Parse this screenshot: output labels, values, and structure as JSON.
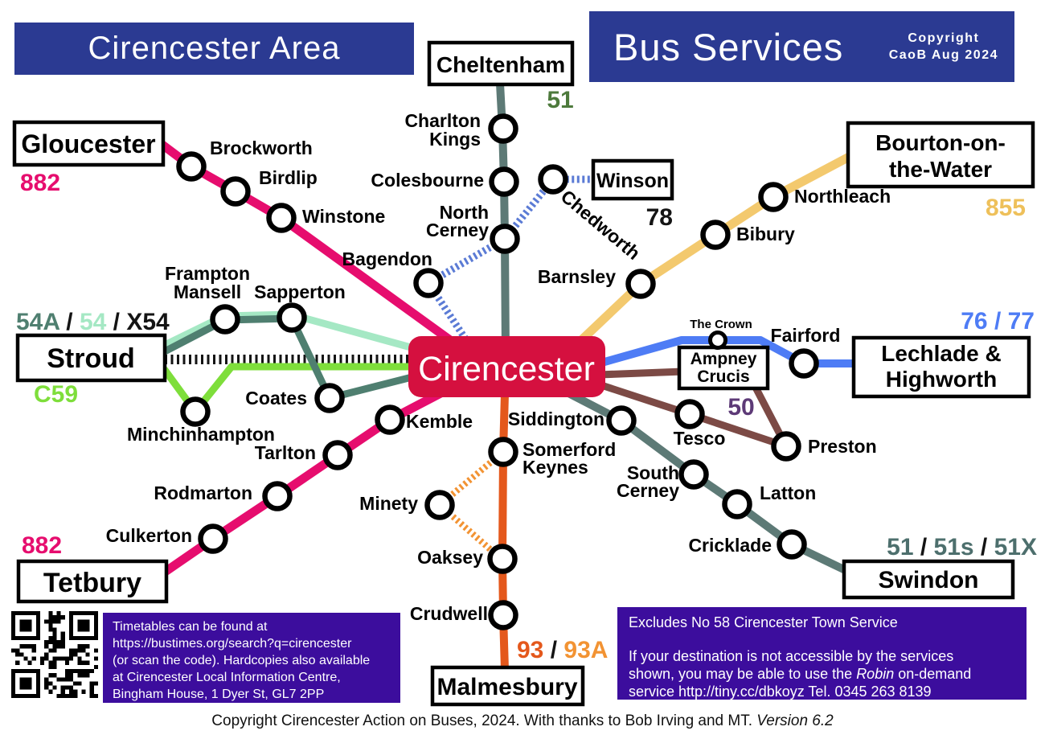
{
  "colors": {
    "banner_blue": "#2b3a92",
    "info_purple": "#3c0d9d",
    "center_red": "#d5103f",
    "black": "#141414",
    "r882": "#e60d6e",
    "r51_line": "#5d7a76",
    "r51_north_label": "#4d7a3c",
    "r51_south_label": "#4d6f6d",
    "r855_line": "#f3c96e",
    "r855_label": "#eec05a",
    "r7677": "#4e7cf5",
    "r50_line": "#7c4a45",
    "r50_label": "#5d3a77",
    "r93": "#e4581c",
    "r93a": "#f29333",
    "r54a": "#4f7f70",
    "r54": "#a5e8c4",
    "rc59": "#7ede3b",
    "r78": "#5b7bd5",
    "rx54": "#141414"
  },
  "header": {
    "left_title": "Cirencester Area",
    "right_title": "Bus Services",
    "copyright_line1": "Copyright",
    "copyright_line2": "CaoB Aug 2024"
  },
  "center": {
    "label": "Cirencester"
  },
  "termini": {
    "gloucester": "Gloucester",
    "cheltenham": "Cheltenham",
    "winson": "Winson",
    "bourton_line1": "Bourton-on-",
    "bourton_line2": "the-Water",
    "stroud": "Stroud",
    "tetbury": "Tetbury",
    "malmesbury": "Malmesbury",
    "swindon": "Swindon",
    "lechlade_line1": "Lechlade &",
    "lechlade_line2": "Highworth",
    "ampney_line1": "Ampney",
    "ampney_line2": "Crucis"
  },
  "stations": {
    "brockworth": "Brockworth",
    "birdlip": "Birdlip",
    "winstone": "Winstone",
    "bagendon": "Bagendon",
    "charlton_line1": "Charlton",
    "charlton_line2": "Kings",
    "colesbourne": "Colesbourne",
    "north_cerney_line1": "North",
    "north_cerney_line2": "Cerney",
    "chedworth": "Chedworth",
    "barnsley": "Barnsley",
    "bibury": "Bibury",
    "northleach": "Northleach",
    "frampton_line1": "Frampton",
    "frampton_line2": "Mansell",
    "sapperton": "Sapperton",
    "coates": "Coates",
    "minchinhampton": "Minchinhampton",
    "kemble": "Kemble",
    "tarlton": "Tarlton",
    "rodmarton": "Rodmarton",
    "culkerton": "Culkerton",
    "the_crown": "The Crown",
    "fairford": "Fairford",
    "tesco": "Tesco",
    "preston": "Preston",
    "siddington": "Siddington",
    "south_cerney_line1": "South",
    "south_cerney_line2": "Cerney",
    "latton": "Latton",
    "cricklade": "Cricklade",
    "somerford_line1": "Somerford",
    "somerford_line2": "Keynes",
    "minety": "Minety",
    "oaksey": "Oaksey",
    "crudwell": "Crudwell"
  },
  "route_labels": {
    "r882_north": "882",
    "r882_south": "882",
    "r855": "855",
    "r78": "78",
    "r50": "50",
    "r51_north": "51",
    "r7677": "76 / 77",
    "c59": "C59",
    "stroud_parts": {
      "p0": "54A",
      "s0": " / ",
      "p1": "54",
      "s1": " / ",
      "p2": "X54"
    },
    "swindon_parts": {
      "p0": "51",
      "s0": " / ",
      "p1": "51s",
      "s1": " / ",
      "p2": "51X"
    },
    "malmesbury_parts": {
      "p0": "93",
      "s0": " / ",
      "p1": "93A"
    }
  },
  "info_left": {
    "line1": "Timetables can be found at",
    "line2": "https://bustimes.org/search?q=cirencester",
    "line3": "(or scan the code). Hardcopies also available",
    "line4": "at Cirencester Local Information Centre,",
    "line5": "Bingham House, 1 Dyer St, GL7 2PP"
  },
  "info_right": {
    "line1": "Excludes No 58 Cirencester Town Service",
    "line2": "If your destination is not accessible by  the services",
    "line3_pre": "shown, you may be able to use the ",
    "line3_italic": "Robin",
    "line3_post": " on-demand",
    "line4": "service http://tiny.cc/dbkoyz  Tel. 0345 263 8139"
  },
  "footer": {
    "text": "Copyright Cirencester Action on Buses, 2024. With thanks to Bob Irving and MT. ",
    "version": "Version 6.2"
  }
}
